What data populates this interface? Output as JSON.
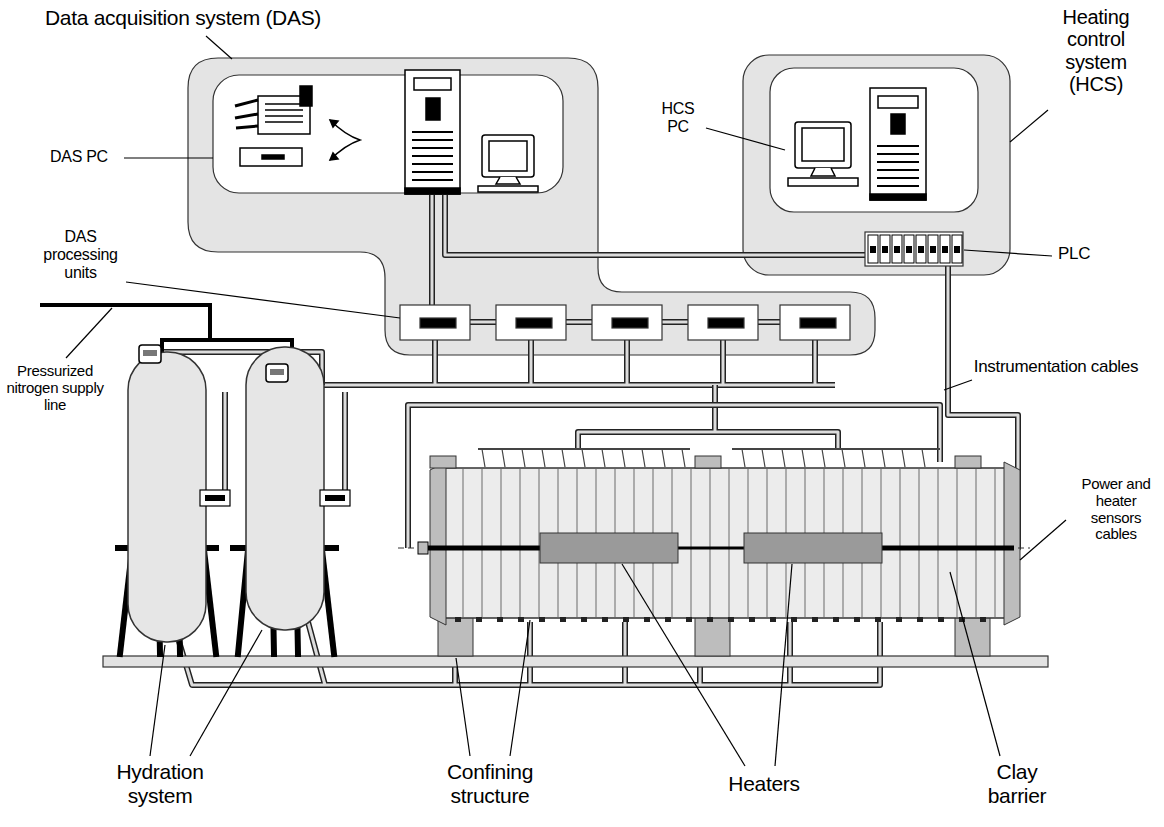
{
  "diagram": {
    "labels": [
      "Data acquisition system (DAS)",
      "Heating control system (HCS)",
      "HCS PC",
      "DAS PC",
      "DAS processing units",
      "PLC",
      "Instrumentation cables",
      "Pressurized nitrogen supply line",
      "Power and heater sensors cables",
      "Hydration system",
      "Confining structure",
      "Heaters",
      "Clay barrier"
    ]
  }
}
